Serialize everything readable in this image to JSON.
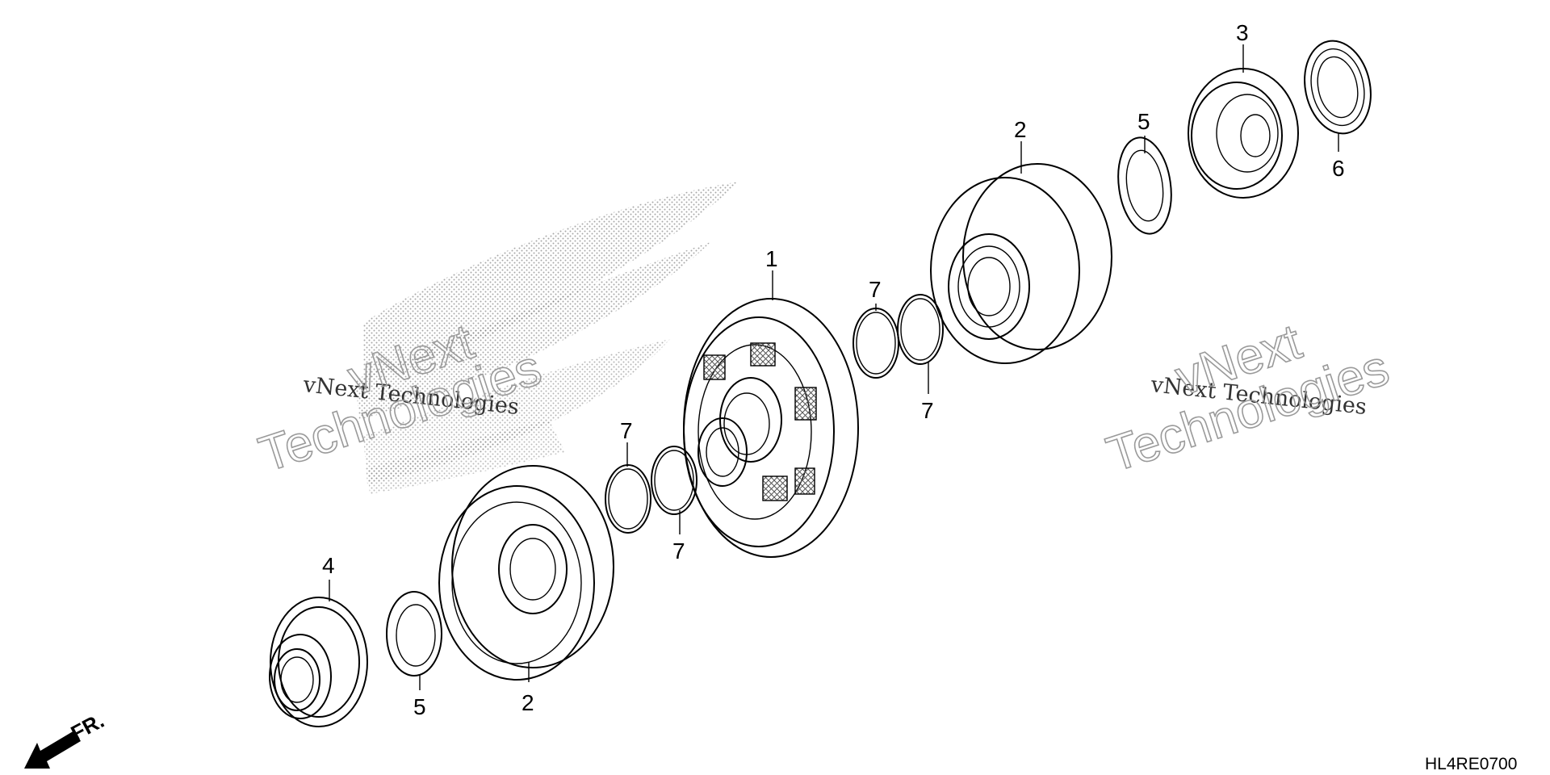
{
  "diagram": {
    "callouts": [
      "1",
      "2",
      "2",
      "3",
      "4",
      "5",
      "5",
      "6",
      "7",
      "7",
      "7",
      "7"
    ],
    "watermark": {
      "small_text": "vNext Technologies",
      "big_line1": "vNext",
      "big_line2": "Technologies"
    },
    "direction_label": "FR.",
    "diagram_code": "HL4RE0700"
  }
}
